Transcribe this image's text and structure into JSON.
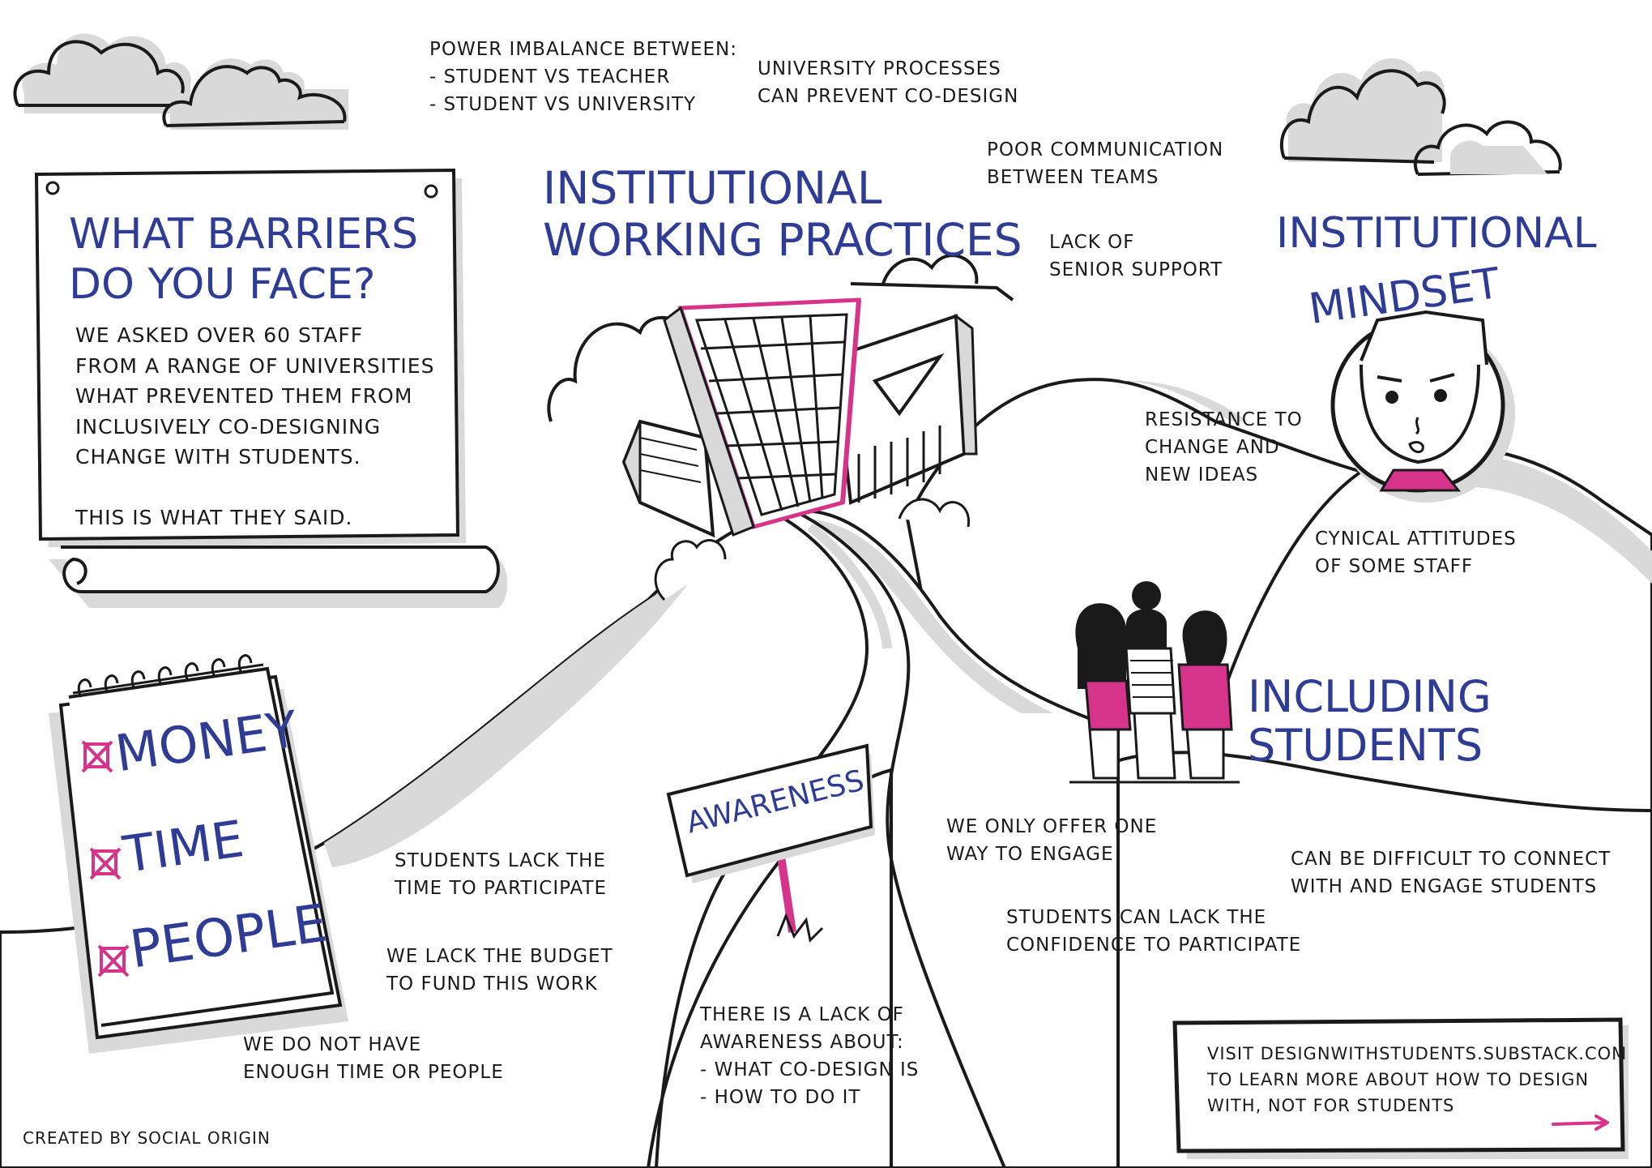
{
  "colors": {
    "ink": "#1a1a1a",
    "title_blue": "#2e3c96",
    "accent_pink": "#d5348a",
    "shadow_grey": "#d9d9d9"
  },
  "intro": {
    "title": "WHAT BARRIERS\nDO YOU FACE?",
    "body": "WE ASKED OVER 60 STAFF\nFROM A RANGE OF UNIVERSITIES\nWHAT PREVENTED THEM FROM\nINCLUSIVELY CO-DESIGNING\nCHANGE WITH STUDENTS.\n\nTHIS IS WHAT THEY SAID."
  },
  "sections": {
    "institutional_working_practices": "INSTITUTIONAL\nWORKING PRACTICES",
    "institutional_mindset_line1": "INSTITUTIONAL",
    "institutional_mindset_line2": "MINDSET",
    "including_students": "INCLUDING\nSTUDENTS",
    "awareness_sign": "AWARENESS"
  },
  "notepad": {
    "items": [
      "MONEY",
      "TIME",
      "PEOPLE"
    ]
  },
  "comments": {
    "power_imbalance": "POWER IMBALANCE BETWEEN:\n- STUDENT VS TEACHER\n- STUDENT VS UNIVERSITY",
    "university_processes": "UNIVERSITY PROCESSES\nCAN PREVENT CO-DESIGN",
    "poor_communication": "POOR COMMUNICATION\nBETWEEN TEAMS",
    "senior_support": "LACK OF\nSENIOR SUPPORT",
    "resistance": "RESISTANCE TO\nCHANGE AND\nNEW IDEAS",
    "cynical": "CYNICAL ATTITUDES\nOF SOME STAFF",
    "students_time": "STUDENTS LACK THE\nTIME TO PARTICIPATE",
    "budget": "WE LACK THE BUDGET\nTO FUND THIS WORK",
    "time_people": "WE DO NOT HAVE\nENOUGH TIME OR PEOPLE",
    "one_way": "WE ONLY OFFER ONE\nWAY TO ENGAGE",
    "difficult_connect": "CAN BE DIFFICULT TO CONNECT\nWITH AND ENGAGE STUDENTS",
    "confidence": "STUDENTS CAN LACK THE\nCONFIDENCE TO PARTICIPATE",
    "lack_awareness": "THERE IS A LACK OF\nAWARENESS ABOUT:\n- WHAT CO-DESIGN IS\n- HOW TO DO IT"
  },
  "footer": {
    "credit": "CREATED BY SOCIAL ORIGIN",
    "visit": "VISIT DESIGNWITHSTUDENTS.SUBSTACK.COM\nTO LEARN MORE ABOUT HOW TO DESIGN\nWITH, NOT FOR STUDENTS"
  }
}
